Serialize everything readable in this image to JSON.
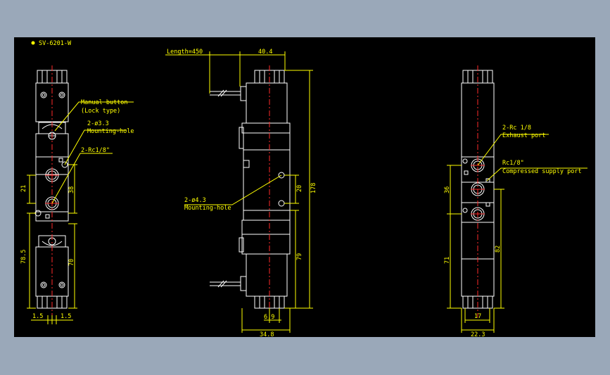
{
  "drawing": {
    "model": "SV-6201-W",
    "colors": {
      "page_bg": "#9aa8b9",
      "viewport_bg": "#000000",
      "outline": "#ffffff",
      "dimension": "#ffff00",
      "centerline": "#ff2a2a"
    }
  },
  "left_view": {
    "manual_button": "Manual button",
    "lock_type": "(Lock type)",
    "mount_hole_count": "2-ø3.3",
    "mounting_hole": "Mounting-hole",
    "port_label": "2-Rc1/8\"",
    "dims": {
      "d21": "21",
      "d38": "38",
      "d78_5": "78.5",
      "d70": "70",
      "d1_5a": "1.5",
      "d1_5b": "1.5"
    }
  },
  "center_view": {
    "length_label": "Length=450",
    "d40_4": "40.4",
    "mount_hole_count": "2-ø4.3",
    "mounting_hole": "Mounting-hole",
    "dims": {
      "d20": "20",
      "d178": "178",
      "d79": "79",
      "d6_9": "6.9",
      "d34_8": "34.8"
    }
  },
  "right_view": {
    "exhaust_count": "2-Rc 1/8",
    "exhaust_port": "Exhaust port",
    "supply_count": "Rc1/8\"",
    "supply_port": "Compressed supply port",
    "dims": {
      "d36": "36",
      "d71": "71",
      "d82": "82",
      "d17": "17",
      "d22_3": "22.3"
    }
  }
}
